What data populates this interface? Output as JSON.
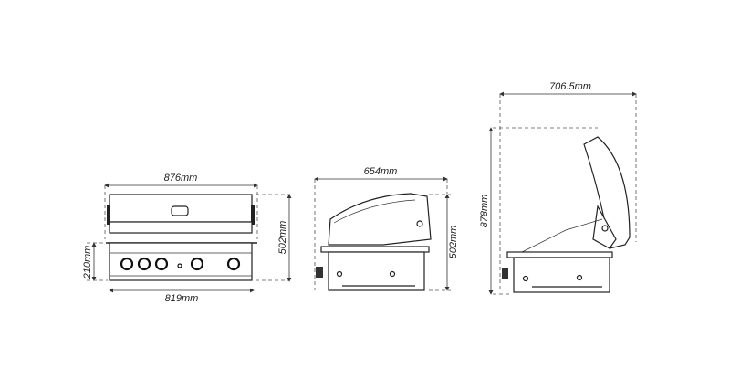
{
  "front_view": {
    "width_top": "876mm",
    "height": "502mm",
    "body_height": "210mm",
    "width_bottom": "819mm"
  },
  "side_view_closed": {
    "depth": "654mm",
    "height": "502mm"
  },
  "side_view_open": {
    "depth": "706.5mm",
    "height": "878mm"
  }
}
